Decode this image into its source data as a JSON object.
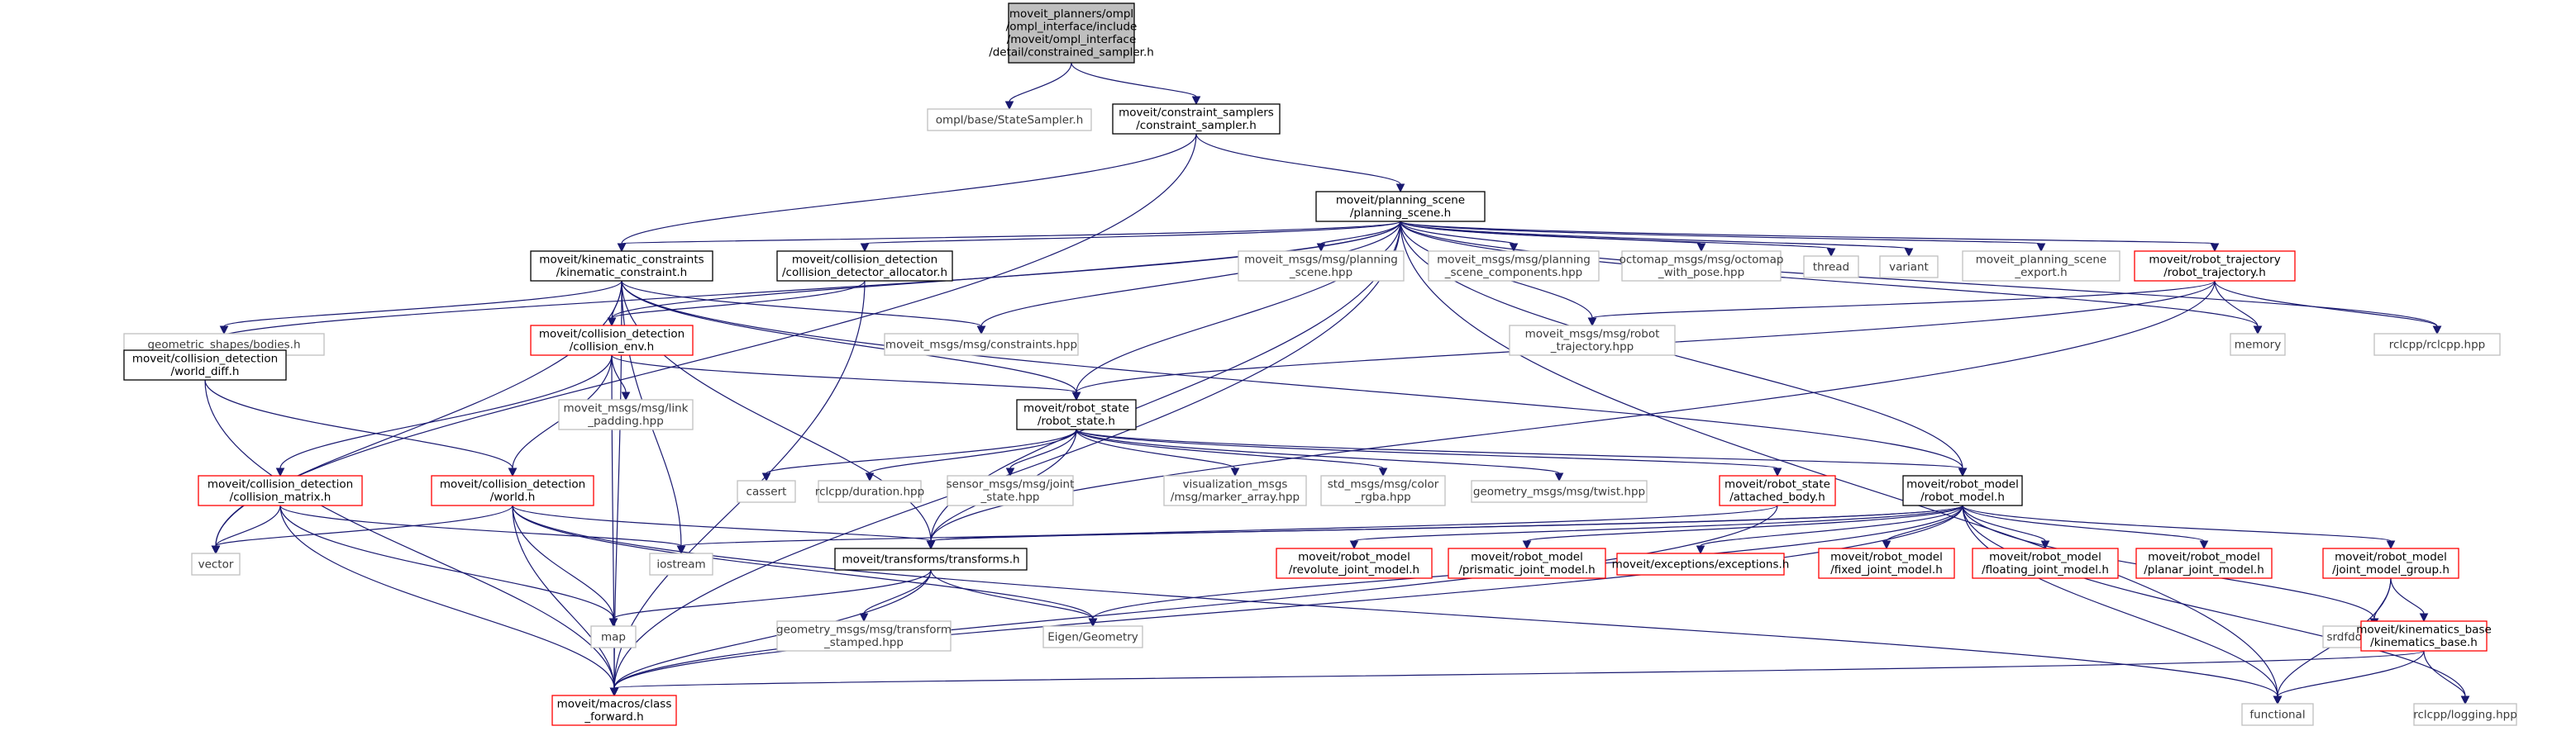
{
  "graph": {
    "edge_color": "#191970",
    "nodes": [
      {
        "id": "root",
        "kind": "root",
        "lines": [
          "moveit_planners/ompl",
          "/ompl_interface/include",
          "/moveit/ompl_interface",
          "/detail/constrained_sampler.h"
        ]
      },
      {
        "id": "statesampler",
        "kind": "ext",
        "lines": [
          "ompl/base/StateSampler.h"
        ]
      },
      {
        "id": "constraint_sampler",
        "kind": "doc",
        "lines": [
          "moveit/constraint_samplers",
          "/constraint_sampler.h"
        ]
      },
      {
        "id": "planning_scene",
        "kind": "doc",
        "lines": [
          "moveit/planning_scene",
          "/planning_scene.h"
        ]
      },
      {
        "id": "kinematic_constraint",
        "kind": "doc",
        "lines": [
          "moveit/kinematic_constraints",
          "/kinematic_constraint.h"
        ]
      },
      {
        "id": "cd_allocator",
        "kind": "doc",
        "lines": [
          "moveit/collision_detection",
          "/collision_detector_allocator.h"
        ]
      },
      {
        "id": "msg_planning_scene",
        "kind": "ext",
        "lines": [
          "moveit_msgs/msg/planning",
          "_scene.hpp"
        ]
      },
      {
        "id": "msg_scene_components",
        "kind": "ext",
        "lines": [
          "moveit_msgs/msg/planning",
          "_scene_components.hpp"
        ]
      },
      {
        "id": "octomap_msg",
        "kind": "ext",
        "lines": [
          "octomap_msgs/msg/octomap",
          "_with_pose.hpp"
        ]
      },
      {
        "id": "thread",
        "kind": "ext",
        "lines": [
          "thread"
        ]
      },
      {
        "id": "variant",
        "kind": "ext",
        "lines": [
          "variant"
        ]
      },
      {
        "id": "scene_export",
        "kind": "ext",
        "lines": [
          "moveit_planning_scene",
          "_export.h"
        ]
      },
      {
        "id": "robot_trajectory",
        "kind": "red",
        "lines": [
          "moveit/robot_trajectory",
          "/robot_trajectory.h"
        ]
      },
      {
        "id": "bodies",
        "kind": "ext",
        "lines": [
          "geometric_shapes/bodies.h"
        ]
      },
      {
        "id": "collision_env",
        "kind": "red",
        "lines": [
          "moveit/collision_detection",
          "/collision_env.h"
        ]
      },
      {
        "id": "constraints_msg",
        "kind": "ext",
        "lines": [
          "moveit_msgs/msg/constraints.hpp"
        ]
      },
      {
        "id": "robot_traj_msg",
        "kind": "ext",
        "lines": [
          "moveit_msgs/msg/robot",
          "_trajectory.hpp"
        ]
      },
      {
        "id": "memory",
        "kind": "ext",
        "lines": [
          "memory"
        ]
      },
      {
        "id": "rclcpp",
        "kind": "ext",
        "lines": [
          "rclcpp/rclcpp.hpp"
        ]
      },
      {
        "id": "world_diff",
        "kind": "doc",
        "lines": [
          "moveit/collision_detection",
          "/world_diff.h"
        ]
      },
      {
        "id": "link_padding",
        "kind": "ext",
        "lines": [
          "moveit_msgs/msg/link",
          "_padding.hpp"
        ]
      },
      {
        "id": "robot_state",
        "kind": "doc",
        "lines": [
          "moveit/robot_state",
          "/robot_state.h"
        ]
      },
      {
        "id": "collision_matrix",
        "kind": "red",
        "lines": [
          "moveit/collision_detection",
          "/collision_matrix.h"
        ]
      },
      {
        "id": "world",
        "kind": "red",
        "lines": [
          "moveit/collision_detection",
          "/world.h"
        ]
      },
      {
        "id": "cassert",
        "kind": "ext",
        "lines": [
          "cassert"
        ]
      },
      {
        "id": "duration",
        "kind": "ext",
        "lines": [
          "rclcpp/duration.hpp"
        ]
      },
      {
        "id": "joint_state",
        "kind": "ext",
        "lines": [
          "sensor_msgs/msg/joint",
          "_state.hpp"
        ]
      },
      {
        "id": "marker_array",
        "kind": "ext",
        "lines": [
          "visualization_msgs",
          "/msg/marker_array.hpp"
        ]
      },
      {
        "id": "color_rgba",
        "kind": "ext",
        "lines": [
          "std_msgs/msg/color",
          "_rgba.hpp"
        ]
      },
      {
        "id": "twist",
        "kind": "ext",
        "lines": [
          "geometry_msgs/msg/twist.hpp"
        ]
      },
      {
        "id": "attached_body",
        "kind": "red",
        "lines": [
          "moveit/robot_state",
          "/attached_body.h"
        ]
      },
      {
        "id": "robot_model",
        "kind": "doc",
        "lines": [
          "moveit/robot_model",
          "/robot_model.h"
        ]
      },
      {
        "id": "vector",
        "kind": "ext",
        "lines": [
          "vector"
        ]
      },
      {
        "id": "iostream",
        "kind": "ext",
        "lines": [
          "iostream"
        ]
      },
      {
        "id": "transforms",
        "kind": "doc",
        "lines": [
          "moveit/transforms/transforms.h"
        ]
      },
      {
        "id": "revolute",
        "kind": "red",
        "lines": [
          "moveit/robot_model",
          "/revolute_joint_model.h"
        ]
      },
      {
        "id": "prismatic",
        "kind": "red",
        "lines": [
          "moveit/robot_model",
          "/prismatic_joint_model.h"
        ]
      },
      {
        "id": "exceptions",
        "kind": "red",
        "lines": [
          "moveit/exceptions/exceptions.h"
        ]
      },
      {
        "id": "fixed",
        "kind": "red",
        "lines": [
          "moveit/robot_model",
          "/fixed_joint_model.h"
        ]
      },
      {
        "id": "floating",
        "kind": "red",
        "lines": [
          "moveit/robot_model",
          "/floating_joint_model.h"
        ]
      },
      {
        "id": "planar",
        "kind": "red",
        "lines": [
          "moveit/robot_model",
          "/planar_joint_model.h"
        ]
      },
      {
        "id": "joint_model_group",
        "kind": "red",
        "lines": [
          "moveit/robot_model",
          "/joint_model_group.h"
        ]
      },
      {
        "id": "map",
        "kind": "ext",
        "lines": [
          "map"
        ]
      },
      {
        "id": "transform_stamped",
        "kind": "ext",
        "lines": [
          "geometry_msgs/msg/transform",
          "_stamped.hpp"
        ]
      },
      {
        "id": "eigen",
        "kind": "ext",
        "lines": [
          "Eigen/Geometry"
        ]
      },
      {
        "id": "srdf",
        "kind": "ext",
        "lines": [
          "srdfdom/model.h"
        ]
      },
      {
        "id": "kinematics_base",
        "kind": "red",
        "lines": [
          "moveit/kinematics_base",
          "/kinematics_base.h"
        ]
      },
      {
        "id": "class_forward",
        "kind": "red",
        "lines": [
          "moveit/macros/class",
          "_forward.h"
        ]
      },
      {
        "id": "functional",
        "kind": "ext",
        "lines": [
          "functional"
        ]
      },
      {
        "id": "logging",
        "kind": "ext",
        "lines": [
          "rclcpp/logging.hpp"
        ]
      }
    ],
    "edges": [
      [
        "root",
        "statesampler"
      ],
      [
        "root",
        "constraint_sampler"
      ],
      [
        "constraint_sampler",
        "planning_scene"
      ],
      [
        "constraint_sampler",
        "kinematic_constraint"
      ],
      [
        "constraint_sampler",
        "vector"
      ],
      [
        "planning_scene",
        "kinematic_constraint"
      ],
      [
        "planning_scene",
        "cd_allocator"
      ],
      [
        "planning_scene",
        "msg_planning_scene"
      ],
      [
        "planning_scene",
        "msg_scene_components"
      ],
      [
        "planning_scene",
        "octomap_msg"
      ],
      [
        "planning_scene",
        "thread"
      ],
      [
        "planning_scene",
        "variant"
      ],
      [
        "planning_scene",
        "scene_export"
      ],
      [
        "planning_scene",
        "robot_trajectory"
      ],
      [
        "planning_scene",
        "memory"
      ],
      [
        "planning_scene",
        "rclcpp"
      ],
      [
        "planning_scene",
        "collision_env"
      ],
      [
        "planning_scene",
        "robot_traj_msg"
      ],
      [
        "planning_scene",
        "constraints_msg"
      ],
      [
        "planning_scene",
        "robot_state"
      ],
      [
        "planning_scene",
        "robot_model"
      ],
      [
        "planning_scene",
        "class_forward"
      ],
      [
        "planning_scene",
        "transforms"
      ],
      [
        "planning_scene",
        "world_diff"
      ],
      [
        "planning_scene",
        "functional"
      ],
      [
        "kinematic_constraint",
        "bodies"
      ],
      [
        "kinematic_constraint",
        "collision_env"
      ],
      [
        "kinematic_constraint",
        "constraints_msg"
      ],
      [
        "kinematic_constraint",
        "robot_state"
      ],
      [
        "kinematic_constraint",
        "robot_model"
      ],
      [
        "kinematic_constraint",
        "vector"
      ],
      [
        "kinematic_constraint",
        "iostream"
      ],
      [
        "kinematic_constraint",
        "transforms"
      ],
      [
        "kinematic_constraint",
        "class_forward"
      ],
      [
        "cd_allocator",
        "collision_env"
      ],
      [
        "cd_allocator",
        "class_forward"
      ],
      [
        "robot_trajectory",
        "robot_traj_msg"
      ],
      [
        "robot_trajectory",
        "memory"
      ],
      [
        "robot_trajectory",
        "rclcpp"
      ],
      [
        "robot_trajectory",
        "robot_state"
      ],
      [
        "robot_trajectory",
        "transforms"
      ],
      [
        "collision_env",
        "link_padding"
      ],
      [
        "collision_env",
        "robot_state"
      ],
      [
        "collision_env",
        "collision_matrix"
      ],
      [
        "collision_env",
        "world"
      ],
      [
        "collision_env",
        "class_forward"
      ],
      [
        "world_diff",
        "world"
      ],
      [
        "world_diff",
        "class_forward"
      ],
      [
        "robot_state",
        "cassert"
      ],
      [
        "robot_state",
        "duration"
      ],
      [
        "robot_state",
        "joint_state"
      ],
      [
        "robot_state",
        "marker_array"
      ],
      [
        "robot_state",
        "color_rgba"
      ],
      [
        "robot_state",
        "twist"
      ],
      [
        "robot_state",
        "attached_body"
      ],
      [
        "robot_state",
        "robot_model"
      ],
      [
        "robot_state",
        "transforms"
      ],
      [
        "collision_matrix",
        "vector"
      ],
      [
        "collision_matrix",
        "iostream"
      ],
      [
        "collision_matrix",
        "map"
      ],
      [
        "collision_matrix",
        "class_forward"
      ],
      [
        "world",
        "vector"
      ],
      [
        "world",
        "map"
      ],
      [
        "world",
        "transforms"
      ],
      [
        "world",
        "eigen"
      ],
      [
        "world",
        "class_forward"
      ],
      [
        "world",
        "functional"
      ],
      [
        "attached_body",
        "transforms"
      ],
      [
        "attached_body",
        "class_forward"
      ],
      [
        "robot_model",
        "revolute"
      ],
      [
        "robot_model",
        "prismatic"
      ],
      [
        "robot_model",
        "exceptions"
      ],
      [
        "robot_model",
        "fixed"
      ],
      [
        "robot_model",
        "floating"
      ],
      [
        "robot_model",
        "planar"
      ],
      [
        "robot_model",
        "joint_model_group"
      ],
      [
        "robot_model",
        "srdf"
      ],
      [
        "robot_model",
        "logging"
      ],
      [
        "robot_model",
        "eigen"
      ],
      [
        "robot_model",
        "iostream"
      ],
      [
        "robot_model",
        "transforms"
      ],
      [
        "robot_model",
        "class_forward"
      ],
      [
        "robot_model",
        "functional"
      ],
      [
        "transforms",
        "map"
      ],
      [
        "transforms",
        "transform_stamped"
      ],
      [
        "transforms",
        "eigen"
      ],
      [
        "transforms",
        "class_forward"
      ],
      [
        "joint_model_group",
        "kinematics_base"
      ],
      [
        "joint_model_group",
        "srdf"
      ],
      [
        "joint_model_group",
        "functional"
      ],
      [
        "kinematics_base",
        "class_forward"
      ],
      [
        "kinematics_base",
        "functional"
      ],
      [
        "kinematics_base",
        "logging"
      ]
    ]
  }
}
